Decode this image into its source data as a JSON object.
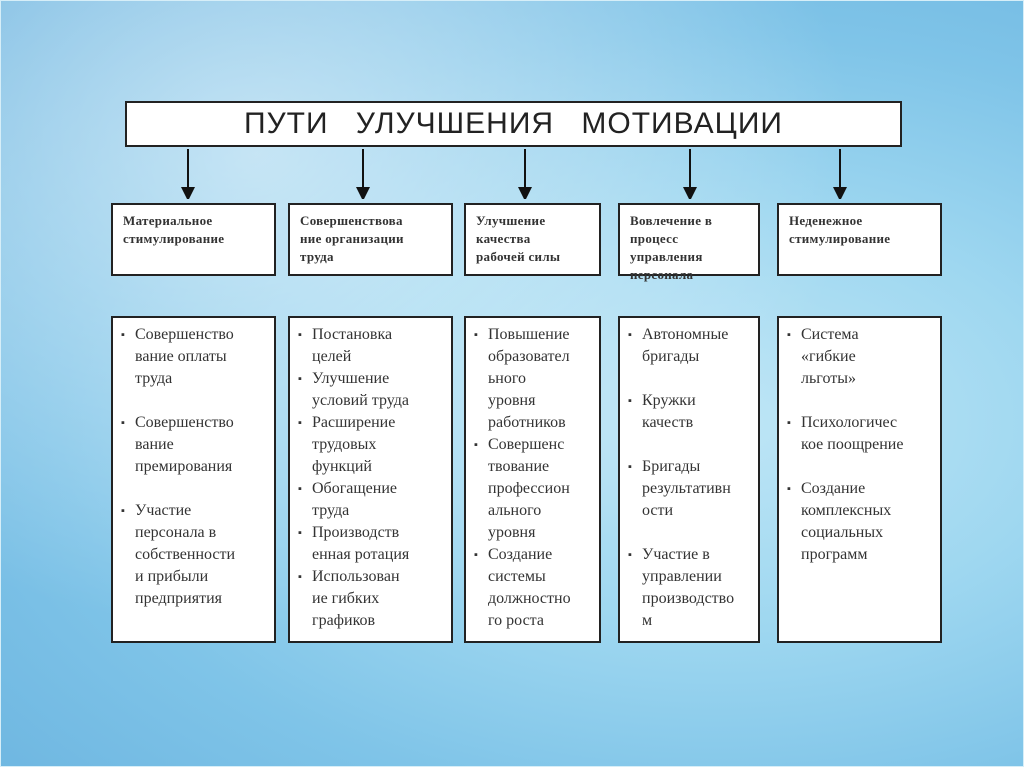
{
  "title": "ПУТИ  УЛУЧШЕНИЯ  МОТИВАЦИИ",
  "bullet_glyph": "▪",
  "columns": [
    {
      "heading": [
        "Материальное",
        "стимулирование"
      ],
      "items": [
        [
          "Совершенство",
          "вание оплаты",
          "труда"
        ],
        [
          "Совершенство",
          "вание",
          "премирования"
        ],
        [
          "Участие",
          "персонала в",
          "собственности",
          "и прибыли",
          "предприятия"
        ]
      ]
    },
    {
      "heading": [
        "Совершенствова",
        "ние организации",
        "труда"
      ],
      "items": [
        [
          "Постановка",
          "целей"
        ],
        [
          "Улучшение",
          "условий труда"
        ],
        [
          "Расширение",
          "трудовых",
          "функций"
        ],
        [
          "Обогащение",
          "труда"
        ],
        [
          "Производств",
          "енная ротация"
        ],
        [
          "Использован",
          "ие гибких",
          "графиков"
        ]
      ]
    },
    {
      "heading": [
        "Улучшение",
        "качества",
        "рабочей силы"
      ],
      "items": [
        [
          "Повышение",
          "образовател",
          "ьного",
          "уровня",
          "работников"
        ],
        [
          "Совершенс",
          "твование",
          "профессион",
          "ального",
          "уровня"
        ],
        [
          "Создание",
          "системы",
          "должностно",
          "го роста"
        ]
      ]
    },
    {
      "heading": [
        "Вовлечение в",
        "процесс",
        "управления",
        "персонала"
      ],
      "items": [
        [
          "Автономные",
          "бригады"
        ],
        [
          "Кружки",
          "качеств"
        ],
        [
          "Бригады",
          "результативн",
          "ости"
        ],
        [
          "Участие в",
          "управлении",
          "производство",
          "м"
        ]
      ]
    },
    {
      "heading": [
        "Неденежное",
        "стимулирование"
      ],
      "items": [
        [
          "Система",
          "«гибкие",
          "льготы»"
        ],
        [
          "Психологичес",
          "кое поощрение"
        ],
        [
          "Создание",
          "комплексных",
          "социальных",
          "программ"
        ]
      ]
    }
  ]
}
